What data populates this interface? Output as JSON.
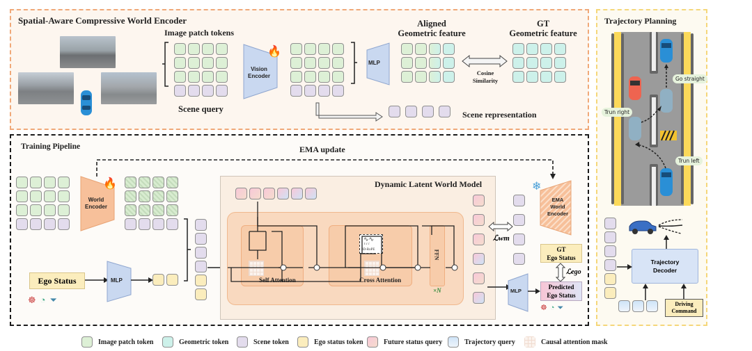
{
  "top_panel": {
    "title": "Spatial-Aware Compressive World Encoder",
    "image_patch_tokens_label": "Image patch tokens",
    "scene_query_label": "Scene query",
    "vision_encoder_label": "Vision Encoder",
    "mlp_label": "MLP",
    "aligned_label_line1": "Aligned",
    "aligned_label_line2": "Geometric feature",
    "gt_label_line1": "GT",
    "gt_label_line2": "Geometric feature",
    "cosine_line1": "Cosine",
    "cosine_line2": "Similarity",
    "scene_representation_label": "Scene representation"
  },
  "training_panel": {
    "title": "Training Pipeline",
    "ema_update_label": "EMA update",
    "world_encoder_label": "World Encoder",
    "ego_status_label": "Ego Status",
    "mlp_label": "MLP",
    "dlwm_title": "Dynamic Latent World Model",
    "self_attention_label": "Self Attention",
    "cross_attention_label": "Cross Attention",
    "rope_label": "3D-RoPE",
    "rope_glyph": "t c i",
    "ffn_label": "FFN",
    "repeat_label": "×N",
    "ema_encoder_label": "EMA World Encoder",
    "loss_wm": "ℒwm",
    "loss_ego": "ℒego",
    "gt_ego_line1": "GT",
    "gt_ego_line2": "Ego Status",
    "pred_ego_line1": "Predicted",
    "pred_ego_line2": "Ego Status",
    "mlp2_label": "MLP"
  },
  "trajectory_panel": {
    "title": "Trajectory Planning",
    "go_straight": "Go straight",
    "turn_right": "Trun right",
    "turn_left": "Trun left",
    "decoder_line1": "Trajectory",
    "decoder_line2": "Decoder",
    "command_line1": "Driving",
    "command_line2": "Command"
  },
  "legend": [
    {
      "label": "Image patch token",
      "color": "#ddf0d6"
    },
    {
      "label": "Geometric token",
      "color": "#cdf1ea"
    },
    {
      "label": "Scene token",
      "color": "#e3dced"
    },
    {
      "label": "Ego status token",
      "color": "#fbedbd"
    },
    {
      "label": "Future status query",
      "color": "#f8c8d8"
    },
    {
      "label": "Trajectory query",
      "color": "#cfe4f8"
    },
    {
      "label": "Causal attention mask",
      "color": "#fbf3ee"
    }
  ],
  "colors": {
    "top_border": "#f0a878",
    "train_border": "#1a1a1a",
    "traj_border": "#f5d77a",
    "encoder_blue": "#c7d6f0",
    "world_encoder_orange": "#f7bd92"
  }
}
